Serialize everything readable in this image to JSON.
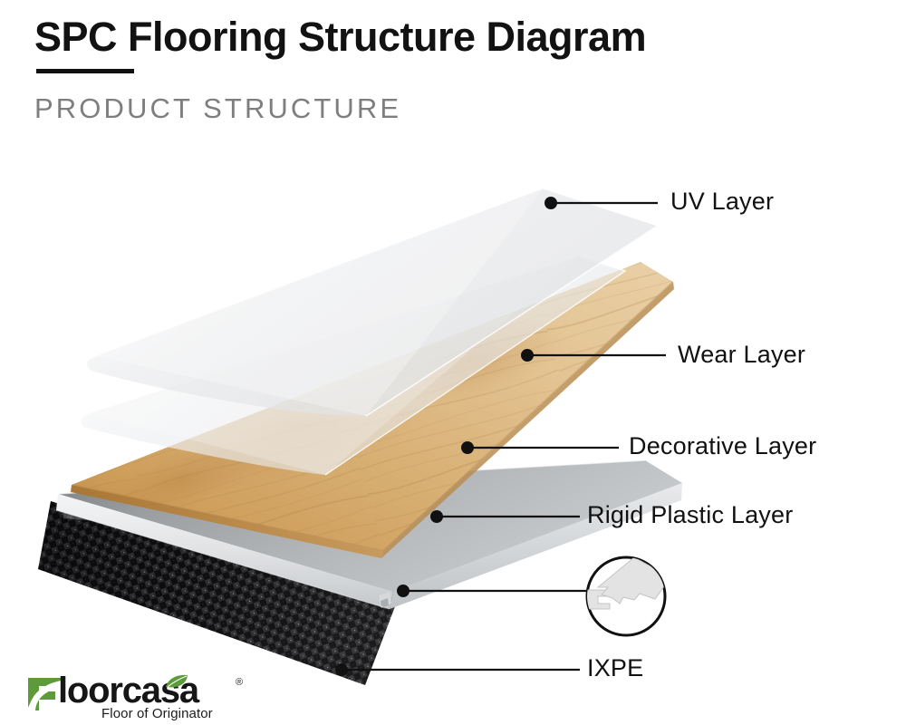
{
  "header": {
    "title": "SPC Flooring Structure Diagram",
    "subtitle": "PRODUCT STRUCTURE",
    "accent_color": "#111111",
    "subtitle_color": "#7e7e7e"
  },
  "diagram": {
    "type": "exploded-layer-diagram",
    "product": "SPC Flooring",
    "layers": [
      {
        "id": "uv",
        "label": "UV Layer",
        "order": 1,
        "appearance": "transparent film",
        "color": "#f2f3f4"
      },
      {
        "id": "wear",
        "label": "Wear Layer",
        "order": 2,
        "appearance": "transparent film",
        "color": "#ebecee"
      },
      {
        "id": "decorative",
        "label": "Decorative Layer",
        "order": 3,
        "appearance": "wood grain print",
        "color": "#c89a5e"
      },
      {
        "id": "rigid",
        "label": "Rigid Plastic Layer",
        "order": 4,
        "appearance": "grey rigid core with click-lock edge",
        "color": "#9b9ea0"
      },
      {
        "id": "ixpe",
        "label": "IXPE",
        "order": 5,
        "appearance": "black woven underlay",
        "color": "#1b1b1b"
      }
    ],
    "detail_callout": {
      "name": "click-lock-joint",
      "shape": "circle",
      "fill": "#e4e4e4",
      "stroke": "#111111"
    }
  },
  "logo": {
    "wordmark": "loorcasa",
    "mark_letter": "F",
    "tagline": "Floor of Originator",
    "registered_mark": "®",
    "brand_color": "#5d9b3a",
    "text_color": "#161616"
  }
}
